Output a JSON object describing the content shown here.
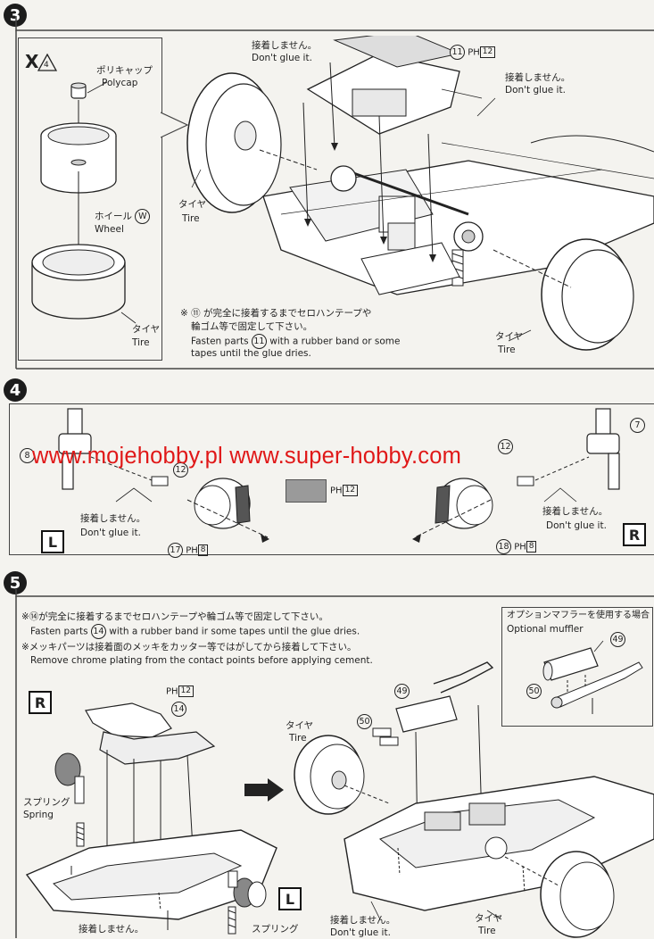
{
  "steps": {
    "step3": {
      "number": "3",
      "inset": {
        "code": "X",
        "warning_num": "4",
        "polycap_jp": "ポリキャップ",
        "polycap_en": "Polycap",
        "wheel_jp": "ホイール",
        "wheel_part": "W",
        "wheel_en": "Wheel",
        "tire_jp": "タイヤ",
        "tire_en": "Tire"
      },
      "no_glue_jp_1": "接着しません。",
      "no_glue_en_1": "Don't glue it.",
      "part_11": "11",
      "part_11_sprue": "PH",
      "part_11_sprue_num": "12",
      "no_glue_jp_2": "接着しません。",
      "no_glue_en_2": "Don't glue it.",
      "tire_left_jp": "タイヤ",
      "tire_left_en": "Tire",
      "note_jp_1": "※ ⑪ が完全に接着するまでセロハンテープや",
      "note_jp_2": "輪ゴム等で固定して下さい。",
      "note_en_1a": "Fasten parts",
      "note_en_part": "11",
      "note_en_1b": "with a rubber band or some",
      "note_en_2": "tapes until the glue dries.",
      "tire_right_jp": "タイヤ",
      "tire_right_en": "Tire"
    },
    "step4": {
      "number": "4",
      "part_8": "8",
      "part_12_left": "12",
      "no_glue_jp_left": "接着しません。",
      "no_glue_en_left": "Don't glue it.",
      "part_17": "17",
      "part_17_sprue": "PH",
      "part_17_num": "8",
      "side_left": "L",
      "gray_sprue": "PH",
      "gray_sprue_num": "12",
      "part_7": "7",
      "part_12_right": "12",
      "no_glue_jp_right": "接着しません。",
      "no_glue_en_right": "Don't glue it.",
      "part_18": "18",
      "part_18_sprue": "PH",
      "part_18_num": "8",
      "side_right": "R"
    },
    "step5": {
      "number": "5",
      "note_jp_1": "※⑭が完全に接着するまでセロハンテープや輪ゴム等で固定して下さい。",
      "note_en_1a": "Fasten parts",
      "note_en_1_part": "14",
      "note_en_1b": "with a rubber band ir some tapes until the glue dries.",
      "note_jp_2": "※メッキパーツは接着面のメッキをカッター等ではがしてから接着して下さい。",
      "note_en_2": "Remove chrome plating from the contact points before applying cement.",
      "option_jp": "オプションマフラーを使用する場合",
      "option_en": "Optional muffler",
      "opt_part_49": "49",
      "opt_part_50": "50",
      "side_r": "R",
      "part_14_sprue": "PH",
      "part_14_sprue_num": "12",
      "part_14": "14",
      "spring_jp_1": "スプリング",
      "spring_en_1": "Spring",
      "part_49": "49",
      "part_50": "50",
      "tire_top_jp": "タイヤ",
      "tire_top_en": "Tire",
      "side_l": "L",
      "no_glue_jp_left": "接着しません。",
      "spring_jp_2": "スプリング",
      "no_glue_jp_right": "接着しません。",
      "no_glue_en_right": "Don't glue it.",
      "tire_bottom_jp": "タイヤ",
      "tire_bottom_en": "Tire"
    }
  },
  "watermark": "www.mojehobby.pl www.super-hobby.com",
  "colors": {
    "watermark": "#e01818",
    "paper": "#f4f3ef",
    "ink": "#222222"
  }
}
